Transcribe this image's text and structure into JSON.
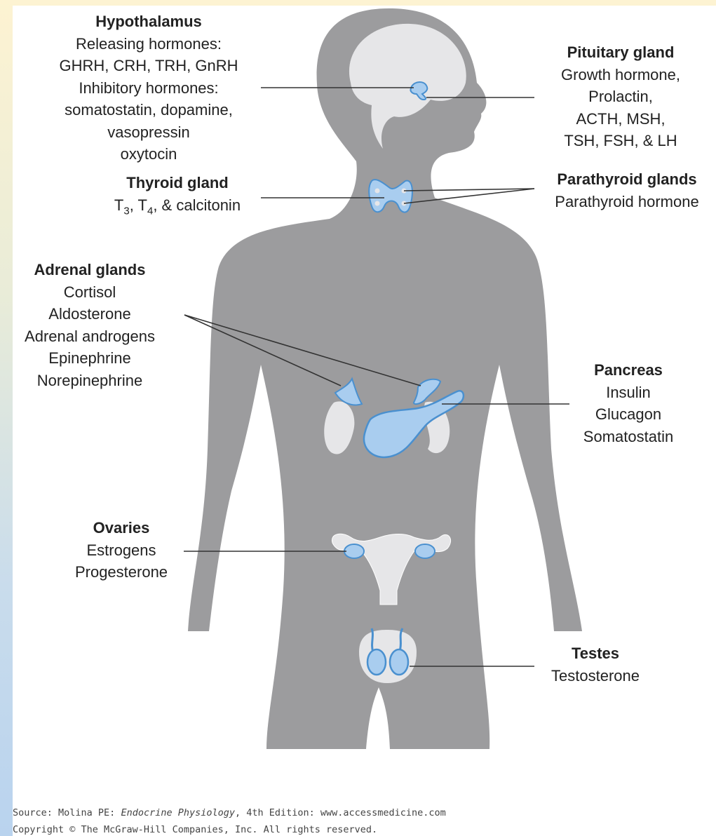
{
  "labels": {
    "hypothalamus": {
      "title": "Hypothalamus",
      "lines": [
        "Releasing hormones:",
        "GHRH, CRH, TRH, GnRH",
        "Inhibitory hormones:",
        "somatostatin, dopamine,",
        "vasopressin",
        "oxytocin"
      ]
    },
    "pituitary": {
      "title": "Pituitary gland",
      "lines": [
        "Growth hormone,",
        "Prolactin,",
        "ACTH, MSH,",
        "TSH, FSH, & LH"
      ]
    },
    "thyroid": {
      "title": "Thyroid gland",
      "line_parts": [
        "T",
        "3",
        ", T",
        "4",
        ", & calcitonin"
      ]
    },
    "parathyroid": {
      "title": "Parathyroid glands",
      "lines": [
        "Parathyroid hormone"
      ]
    },
    "adrenal": {
      "title": "Adrenal glands",
      "lines": [
        "Cortisol",
        "Aldosterone",
        "Adrenal androgens",
        "Epinephrine",
        "Norepinephrine"
      ]
    },
    "pancreas": {
      "title": "Pancreas",
      "lines": [
        "Insulin",
        "Glucagon",
        "Somatostatin"
      ]
    },
    "ovaries": {
      "title": "Ovaries",
      "lines": [
        "Estrogens",
        "Progesterone"
      ]
    },
    "testes": {
      "title": "Testes",
      "lines": [
        "Testosterone"
      ]
    }
  },
  "source": {
    "prefix": "Source: Molina PE: ",
    "book": "Endocrine Physiology",
    "suffix": ", 4th Edition: www.accessmedicine.com",
    "copyright": "Copyright © The McGraw-Hill Companies, Inc. All rights reserved."
  },
  "colors": {
    "body": "#9c9c9e",
    "organ_light": "#e6e6e8",
    "gland_fill": "#a9cdef",
    "gland_stroke": "#4a90cf",
    "leader_line": "#333333"
  }
}
